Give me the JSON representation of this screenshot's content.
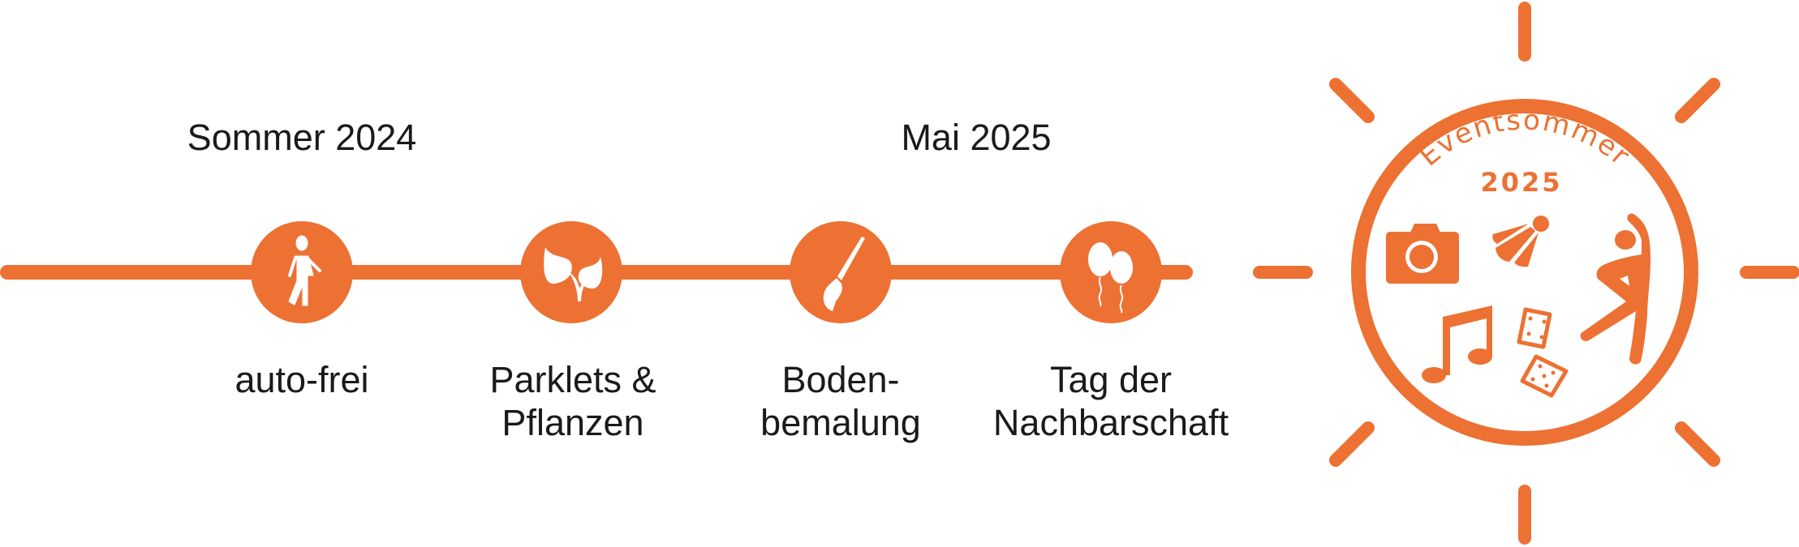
{
  "timeline": {
    "periods": [
      {
        "label": "Sommer 2024"
      },
      {
        "label": "Mai 2025"
      }
    ],
    "milestones": [
      {
        "line1": "auto-frei",
        "line2": "",
        "icon": "person-walking-icon"
      },
      {
        "line1": "Parklets &",
        "line2": "Pflanzen",
        "icon": "leaves-icon"
      },
      {
        "line1": "Boden-",
        "line2": "bemalung",
        "icon": "paintbrush-icon"
      },
      {
        "line1": "Tag der",
        "line2": "Nachbarschaft",
        "icon": "balloons-icon"
      }
    ]
  },
  "badge": {
    "title": "Eventsommer",
    "year": "2025",
    "icons": [
      "camera-icon",
      "shuttlecock-icon",
      "music-note-icon",
      "dice-icon",
      "stretching-person-icon"
    ]
  },
  "colors": {
    "accent": "#EC7133",
    "text": "#1a1a1a"
  }
}
